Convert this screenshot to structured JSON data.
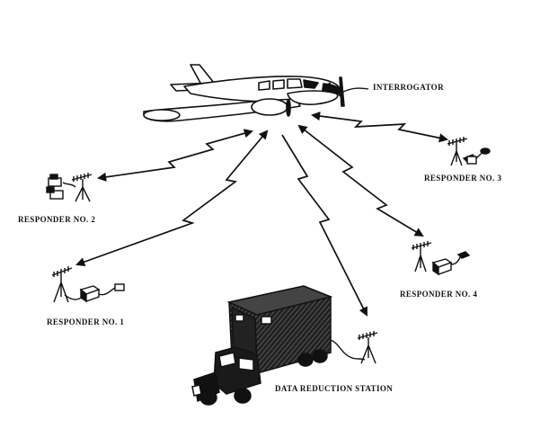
{
  "labels": {
    "interrogator": "INTERROGATOR",
    "responder_1": "RESPONDER NO. 1",
    "responder_2": "RESPONDER NO. 2",
    "responder_3": "RESPONDER NO. 3",
    "responder_4": "RESPONDER NO. 4",
    "data_station": "DATA REDUCTION STATION"
  },
  "icons": [
    "aircraft-icon",
    "antenna-icon",
    "equipment-box-icon",
    "truck-icon",
    "signal-link-icon"
  ],
  "colors": {
    "ink": "#111111",
    "paper": "#ffffff"
  }
}
